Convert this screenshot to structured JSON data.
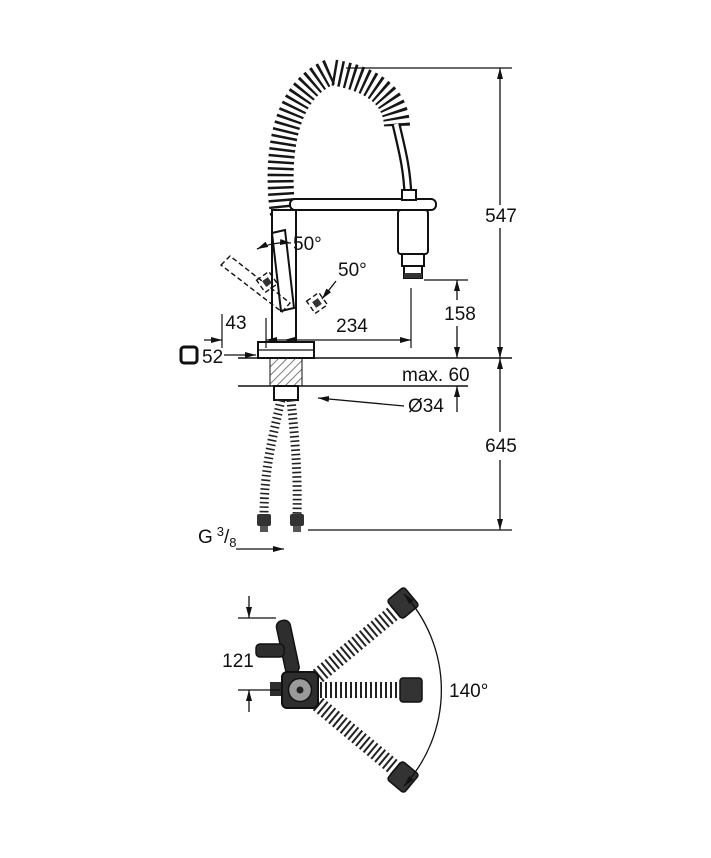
{
  "drawing": {
    "type": "technical-dimension-drawing",
    "colors": {
      "line": "#111111",
      "background": "#ffffff",
      "dark_fill": "#2e2e2e"
    },
    "icons": {
      "base_shape_icon": "square-outline"
    },
    "side_view": {
      "total_height": "547",
      "spout_to_counter": "158",
      "below_counter": "645",
      "counter_thickness": "max. 60",
      "hole_diameter": "Ø34",
      "base_width": "52",
      "handle_offset": "43",
      "spout_reach": "234",
      "handle_angle_upper": "50°",
      "handle_angle_lower": "50°",
      "thread": {
        "prefix": "G",
        "numerator": "3",
        "slash": "/",
        "denominator": "8"
      }
    },
    "top_view": {
      "handle_length": "121",
      "swivel_angle": "140°"
    }
  }
}
